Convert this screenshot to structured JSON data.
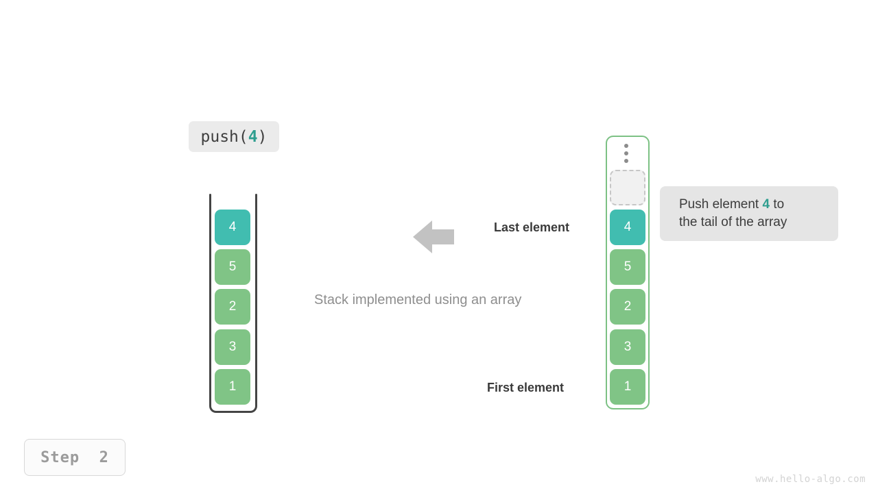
{
  "operation": {
    "prefix": "push(",
    "argument": "4",
    "suffix": ")"
  },
  "stack": {
    "caption": "Stack implemented using an array",
    "last_element_label": "Last element",
    "first_element_label": "First element",
    "cells": [
      {
        "value": "4",
        "color": "teal"
      },
      {
        "value": "5",
        "color": "green"
      },
      {
        "value": "2",
        "color": "green"
      },
      {
        "value": "3",
        "color": "green"
      },
      {
        "value": "1",
        "color": "green"
      }
    ]
  },
  "array": {
    "overflow_indicator": "vertical-ellipsis",
    "empty_slot_value": "",
    "cells": [
      {
        "value": "4",
        "color": "teal"
      },
      {
        "value": "5",
        "color": "green"
      },
      {
        "value": "2",
        "color": "green"
      },
      {
        "value": "3",
        "color": "green"
      },
      {
        "value": "1",
        "color": "green"
      }
    ]
  },
  "callout": {
    "line1_prefix": "Push element ",
    "line1_accent": "4",
    "line1_suffix": " to",
    "line2": "the tail of the array"
  },
  "step": {
    "label": "Step  2"
  },
  "watermark": "www.hello-algo.com",
  "colors": {
    "teal": "#41bdb0",
    "green": "#80c486",
    "accent_text": "#2e9e8f",
    "arrow": "#c2c2c2",
    "frame_dark": "#444444",
    "frame_green": "#7cc184",
    "chip_bg": "#ebebeb",
    "callout_bg": "#e5e5e5"
  }
}
